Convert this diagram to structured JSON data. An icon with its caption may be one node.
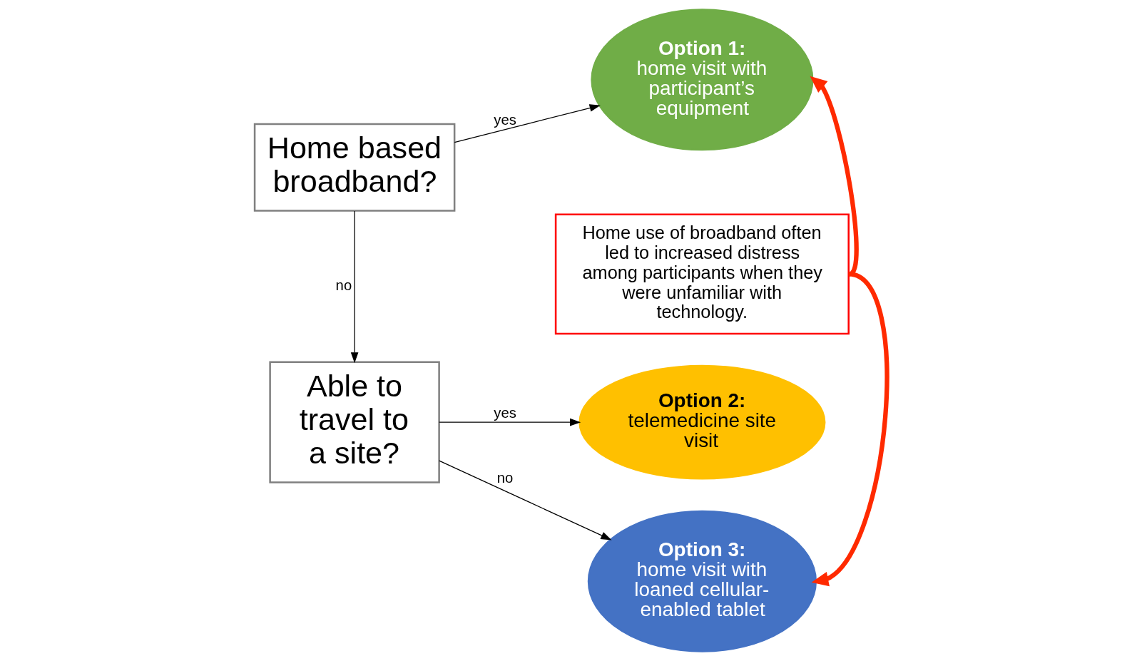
{
  "diagram": {
    "nodes": [
      {
        "text": [
          "Home based broadband?"
        ]
      },
      {
        "text": [
          "Able to travel to a site?"
        ]
      },
      {
        "text": [
          "Option 1:",
          "home visit with participant’s equipment"
        ]
      },
      {
        "text": [
          "Option 2:",
          "telemedicine site visit"
        ]
      },
      {
        "text": [
          "Option 3:",
          "home visit with loaned cellular-enabled tablet"
        ]
      },
      {
        "text": [
          "Home use of broadband often led to increased distress among participants when they were unfamiliar with technology."
        ]
      }
    ],
    "edges": [
      {
        "from": 0,
        "to": 2,
        "arrow": "to",
        "label": "yes"
      },
      {
        "from": 0,
        "to": 1,
        "arrow": "to",
        "label": "no"
      },
      {
        "from": 1,
        "to": 3,
        "arrow": "to",
        "label": "yes"
      },
      {
        "from": 1,
        "to": 4,
        "arrow": "to",
        "label": "no"
      },
      {
        "from": 5,
        "to": 2,
        "arrow": "to",
        "style": "thick",
        "color": "#ff2a00"
      },
      {
        "from": 5,
        "to": 4,
        "arrow": "to",
        "style": "thick",
        "color": "#ff2a00"
      }
    ]
  }
}
